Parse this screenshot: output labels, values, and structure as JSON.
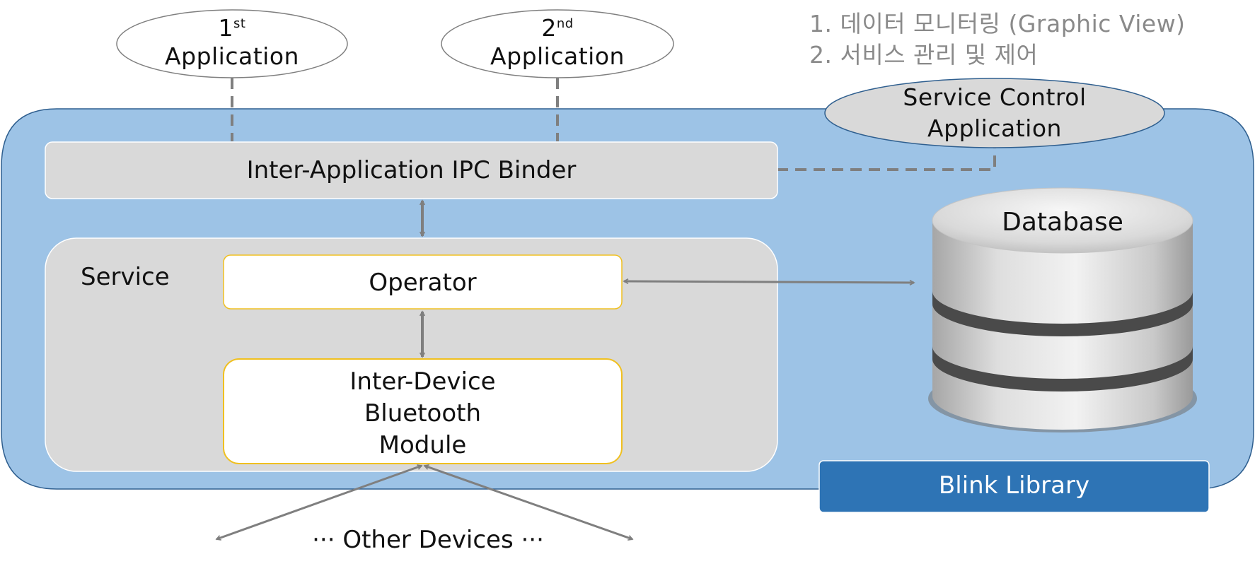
{
  "apps": [
    {
      "number": "1",
      "suffix": "st",
      "label": "Application"
    },
    {
      "number": "2",
      "suffix": "nd",
      "label": "Application"
    }
  ],
  "notes": [
    "1. 데이터 모니터링 (Graphic View)",
    "2. 서비스 관리 및 제어"
  ],
  "service_control": {
    "line1": "Service Control",
    "line2": "Application"
  },
  "binder": "Inter-Application IPC Binder",
  "service": {
    "title": "Service",
    "operator": "Operator",
    "bluetooth_module": [
      "Inter-Device",
      "Bluetooth",
      "Module"
    ]
  },
  "database": "Database",
  "library": "Blink Library",
  "other_devices": "··· Other Devices ···",
  "colors": {
    "library_bg": "#9dc3e6",
    "library_border": "#2f5f8f",
    "box_gray": "#d9d9d9",
    "module_border": "#f0c020",
    "arrow": "#7f7f7f",
    "blink_label_bg": "#2e74b5",
    "note_text": "#8a8a8a"
  }
}
